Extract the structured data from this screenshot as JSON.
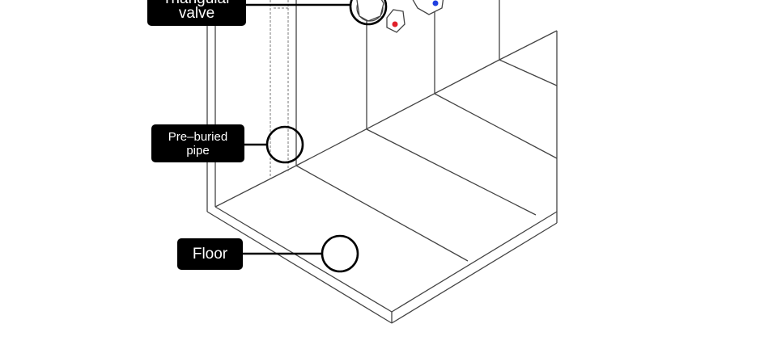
{
  "callouts": {
    "valve": {
      "line1": "Triangular",
      "line2": "valve"
    },
    "pipe": {
      "line1": "Pre–buried",
      "line2": "pipe"
    },
    "floor": {
      "label": "Floor"
    }
  },
  "colors": {
    "line": "#444444",
    "label_bg": "#000000",
    "label_text": "#ffffff",
    "hot_marker": "#e0202a",
    "cold_marker": "#1f3fe0"
  }
}
